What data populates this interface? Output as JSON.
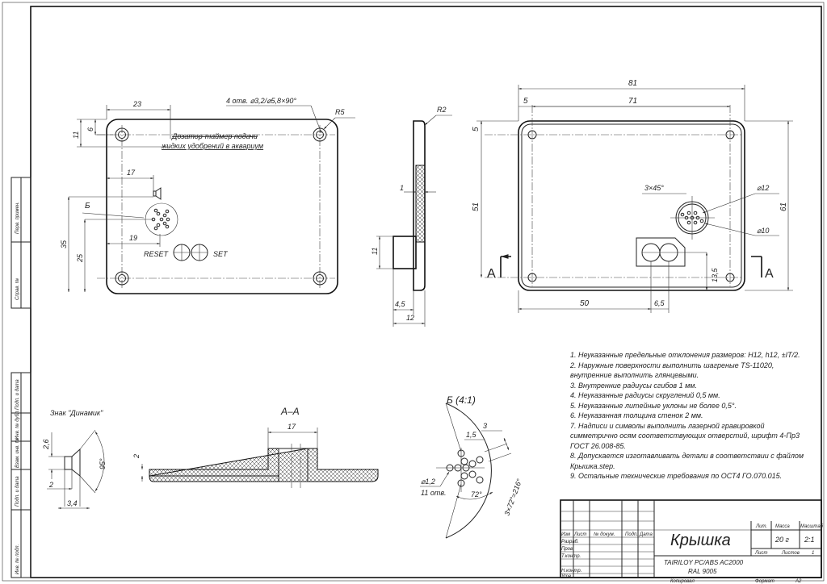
{
  "stamp_left": [
    "Перв. примен.",
    "Справ. №",
    "Подп. и дата",
    "Инв. № дубл.",
    "Взам. инв. №",
    "Подп. и дата",
    "Инв. № подл."
  ],
  "plan_view": {
    "dim_23": "23",
    "dim_11": "11",
    "dim_6": "6",
    "dim_17": "17",
    "dim_19": "19",
    "dim_35": "35",
    "dim_25": "25",
    "holes_note": "4 отв. ⌀3,2/⌀5,8×90°",
    "radius": "R5",
    "engraving_line1": "Дозатор-таймер подачи",
    "engraving_line2": "жидких удобрений в аквариум",
    "detail_label": "Б",
    "reset_label": "RESET",
    "set_label": "SET"
  },
  "side_view": {
    "radius": "R2",
    "dim_1": "1",
    "dim_11": "11",
    "dim_4_5": "4,5",
    "dim_12": "12"
  },
  "back_view": {
    "dim_81": "81",
    "dim_71": "71",
    "dim_5_top": "5",
    "dim_5_left": "5",
    "dim_51": "51",
    "dim_61": "61",
    "chamfer": "3×45°",
    "dia_12": "⌀12",
    "dia_10": "⌀10",
    "dim_50": "50",
    "dim_6_5": "6,5",
    "dim_13_5": "13,5",
    "section_mark": "А"
  },
  "speaker_sign": {
    "title": "Знак \"Динамик\"",
    "dim_2_6": "2,6",
    "dim_2": "2",
    "dim_3_4": "3,4",
    "angle": "95°"
  },
  "section_aa": {
    "title": "А–А",
    "dim_17": "17",
    "dim_2": "2"
  },
  "detail_b": {
    "title": "Б (4:1)",
    "dim_3": "3",
    "dim_1_5": "1,5",
    "hole_dia": "⌀1,2",
    "hole_count": "11 отв.",
    "angle_72": "72°",
    "angle_total": "3×72°=216°"
  },
  "notes": [
    "1. Неуказанные предельные отклонения размеров: H12, h12, ±IT/2.",
    "2. Наружные поверхности выполнить шагреные TS-11020,",
    "внутренние выполнить глянцевыми.",
    "3. Внутренние радиусы сгибов 1 мм.",
    "4. Неуказанные радиусы скруглений 0,5 мм.",
    "5. Неуказанные литейные уклоны не более 0,5°.",
    "6. Неуказанная толщина стенок 2 мм.",
    "7. Надписи и символы выполнить лазерной гравировкой",
    "симметрично осям соответствующих отверстий, шрифт 4-Пр3",
    "ГОСТ 26.008-85.",
    "8. Допускается изготавливать детали в соответствии с файлом",
    "Крышка.step.",
    "9. Остальные технические требования по ОСТ4 ГО.070.015."
  ],
  "title_block": {
    "columns": [
      "Изм",
      "Лист",
      "№ докум.",
      "Подп.",
      "Дата"
    ],
    "rows": [
      "Разраб.",
      "Пров.",
      "Т.контр.",
      "Н.контр.",
      "Утв."
    ],
    "part_name": "Крышка",
    "material_line1": "TAIRILOY PC/ABS AC2000",
    "material_line2": "RAL 9005",
    "lit_label": "Лит.",
    "mass_label": "Масса",
    "scale_label": "Масштаб",
    "mass": "20 г",
    "scale": "2:1",
    "sheet_label": "Лист",
    "sheets_label": "Листов",
    "sheets": "1",
    "copied": "Копировал",
    "format_label": "Формат",
    "format": "А2"
  }
}
